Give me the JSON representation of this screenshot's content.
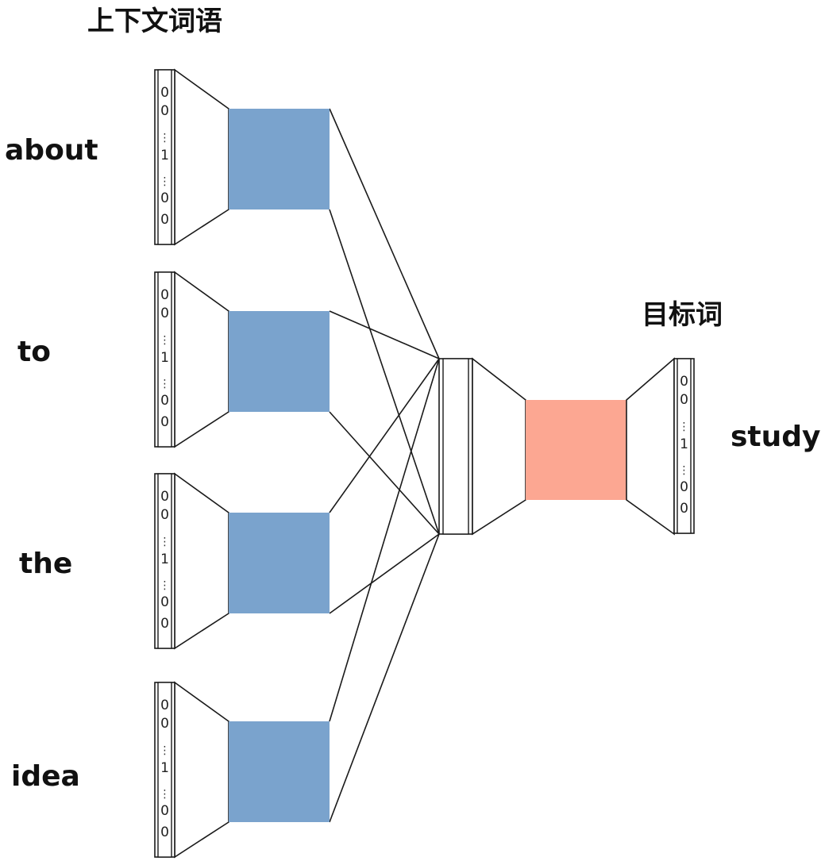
{
  "context_title": "上下文词语",
  "target_title": "目标词",
  "target_word": "study",
  "context_words": [
    {
      "label": "about"
    },
    {
      "label": "to"
    },
    {
      "label": "the"
    },
    {
      "label": "idea"
    }
  ],
  "one_hot_digits": [
    "0",
    "0",
    "1",
    "0",
    "0"
  ],
  "colors": {
    "context_embedding": "#7aa3cd",
    "target_embedding": "#fca792",
    "line": "#1a1a1a"
  }
}
